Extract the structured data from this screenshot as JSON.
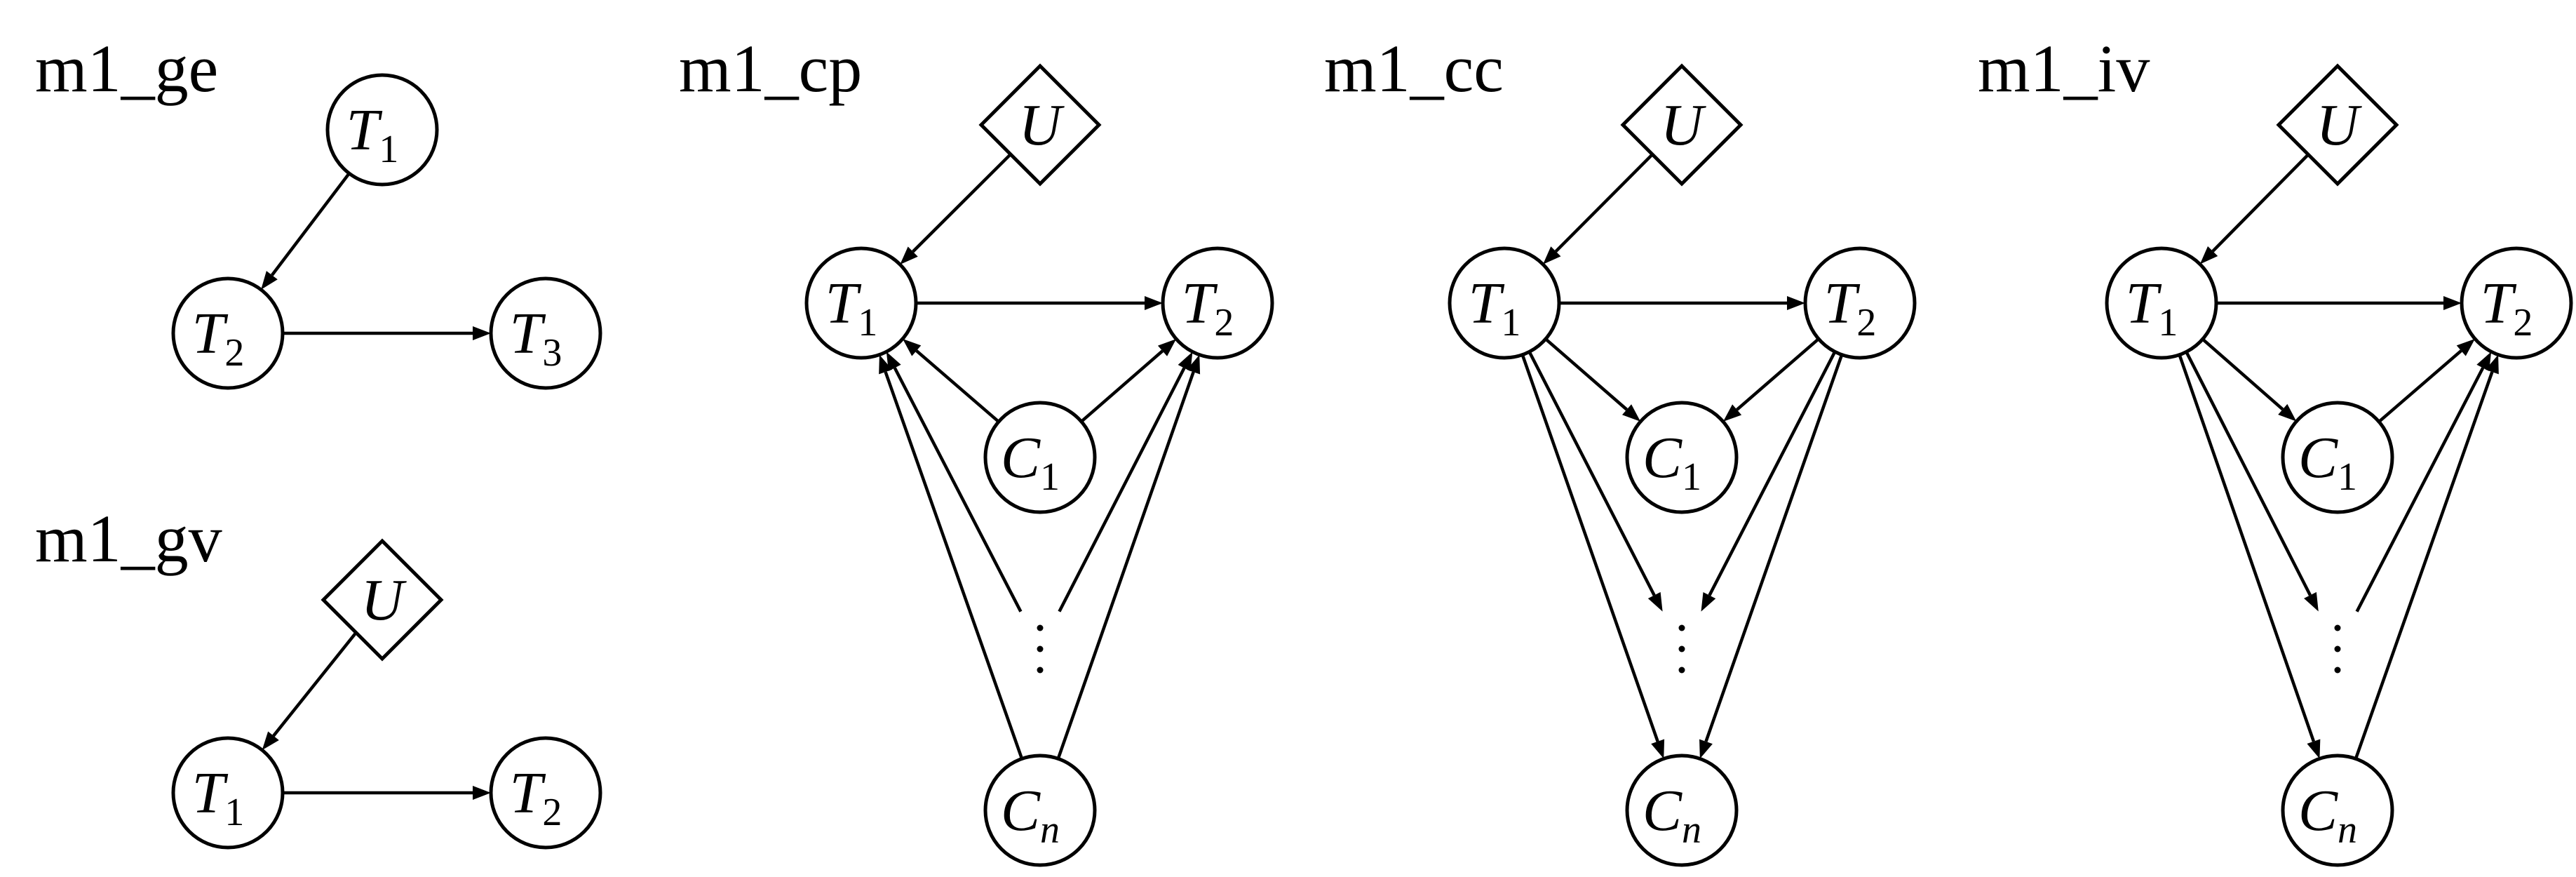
{
  "diagrams": [
    {
      "id": "m1_ge",
      "title": "m1_ge",
      "nodes": [
        {
          "id": "T1",
          "shape": "circle",
          "var": "T",
          "sub": "1"
        },
        {
          "id": "T2",
          "shape": "circle",
          "var": "T",
          "sub": "2"
        },
        {
          "id": "T3",
          "shape": "circle",
          "var": "T",
          "sub": "3"
        }
      ],
      "edges": [
        [
          "T1",
          "T2"
        ],
        [
          "T2",
          "T3"
        ]
      ]
    },
    {
      "id": "m1_gv",
      "title": "m1_gv",
      "nodes": [
        {
          "id": "U",
          "shape": "diamond",
          "var": "U",
          "sub": ""
        },
        {
          "id": "T1",
          "shape": "circle",
          "var": "T",
          "sub": "1"
        },
        {
          "id": "T2",
          "shape": "circle",
          "var": "T",
          "sub": "2"
        }
      ],
      "edges": [
        [
          "U",
          "T1"
        ],
        [
          "T1",
          "T2"
        ]
      ]
    },
    {
      "id": "m1_cp",
      "title": "m1_cp",
      "nodes": [
        {
          "id": "U",
          "shape": "diamond",
          "var": "U",
          "sub": ""
        },
        {
          "id": "T1",
          "shape": "circle",
          "var": "T",
          "sub": "1"
        },
        {
          "id": "T2",
          "shape": "circle",
          "var": "T",
          "sub": "2"
        },
        {
          "id": "C1",
          "shape": "circle",
          "var": "C",
          "sub": "1"
        },
        {
          "id": "Cn",
          "shape": "circle",
          "var": "C",
          "sub": "n"
        }
      ],
      "ellipsis": "⋮",
      "edges": [
        [
          "U",
          "T1"
        ],
        [
          "T1",
          "T2"
        ],
        [
          "C1",
          "T1"
        ],
        [
          "C1",
          "T2"
        ],
        [
          "Cn",
          "T1"
        ],
        [
          "Cn",
          "T2"
        ],
        [
          "...",
          "T1"
        ],
        [
          "...",
          "T2"
        ]
      ]
    },
    {
      "id": "m1_cc",
      "title": "m1_cc",
      "nodes": [
        {
          "id": "U",
          "shape": "diamond",
          "var": "U",
          "sub": ""
        },
        {
          "id": "T1",
          "shape": "circle",
          "var": "T",
          "sub": "1"
        },
        {
          "id": "T2",
          "shape": "circle",
          "var": "T",
          "sub": "2"
        },
        {
          "id": "C1",
          "shape": "circle",
          "var": "C",
          "sub": "1"
        },
        {
          "id": "Cn",
          "shape": "circle",
          "var": "C",
          "sub": "n"
        }
      ],
      "ellipsis": "⋮",
      "edges": [
        [
          "U",
          "T1"
        ],
        [
          "T1",
          "T2"
        ],
        [
          "T1",
          "C1"
        ],
        [
          "T2",
          "C1"
        ],
        [
          "T1",
          "Cn"
        ],
        [
          "T2",
          "Cn"
        ],
        [
          "T1",
          "..."
        ],
        [
          "T2",
          "..."
        ]
      ]
    },
    {
      "id": "m1_iv",
      "title": "m1_iv",
      "nodes": [
        {
          "id": "U",
          "shape": "diamond",
          "var": "U",
          "sub": ""
        },
        {
          "id": "T1",
          "shape": "circle",
          "var": "T",
          "sub": "1"
        },
        {
          "id": "T2",
          "shape": "circle",
          "var": "T",
          "sub": "2"
        },
        {
          "id": "C1",
          "shape": "circle",
          "var": "C",
          "sub": "1"
        },
        {
          "id": "Cn",
          "shape": "circle",
          "var": "C",
          "sub": "n"
        }
      ],
      "ellipsis": "⋮",
      "edges": [
        [
          "U",
          "T1"
        ],
        [
          "T1",
          "T2"
        ],
        [
          "T1",
          "C1"
        ],
        [
          "C1",
          "T2"
        ],
        [
          "T1",
          "Cn"
        ],
        [
          "Cn",
          "T2"
        ],
        [
          "T1",
          "..."
        ],
        [
          "...",
          "T2"
        ]
      ]
    }
  ]
}
